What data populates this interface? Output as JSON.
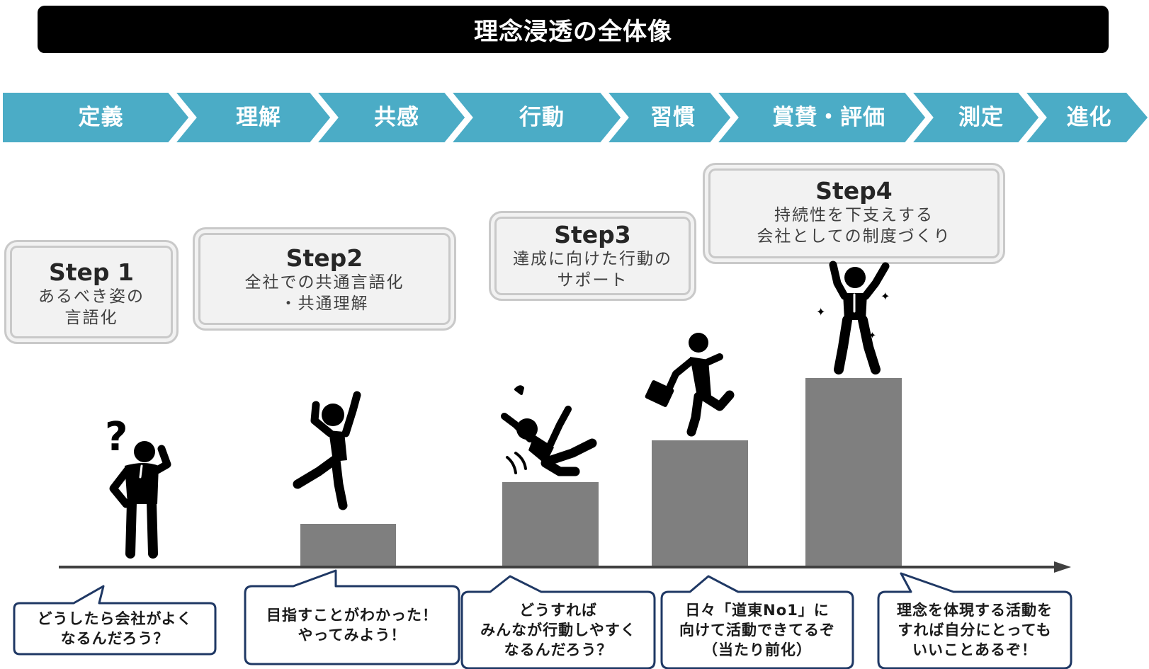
{
  "title": "理念浸透の全体像",
  "flow_steps": [
    "定義",
    "理解",
    "共感",
    "行動",
    "習慣",
    "賞賛・評価",
    "測定",
    "進化"
  ],
  "steps": [
    {
      "title": "Step 1",
      "desc_lines": [
        "あるべき姿の",
        "言語化"
      ]
    },
    {
      "title": "Step2",
      "desc_lines": [
        "全社での共通言語化",
        "・共通理解"
      ]
    },
    {
      "title": "Step3",
      "desc_lines": [
        "達成に向けた行動の",
        "サポート"
      ]
    },
    {
      "title": "Step4",
      "desc_lines": [
        "持続性を下支えする",
        "会社としての制度づくり"
      ]
    }
  ],
  "bubbles": [
    {
      "lines": [
        "どうしたら会社がよく",
        "なるんだろう？"
      ]
    },
    {
      "lines": [
        "目指すことがわかった！",
        "やってみよう！"
      ]
    },
    {
      "lines": [
        "どうすれば",
        "みんなが行動しやすく",
        "なるんだろう？"
      ]
    },
    {
      "lines": [
        "日々「道東No1」に",
        "向けて活動できてるぞ",
        "（当たり前化）"
      ]
    },
    {
      "lines": [
        "理念を体現する活動を",
        "すれば自分にとっても",
        "いいことあるぞ！"
      ]
    }
  ],
  "colors": {
    "title_bg": "#000000",
    "flow_bg": "#4bacc6",
    "bar": "#7f7f7f",
    "bubble_border": "#1f3864",
    "axis": "#404040"
  },
  "icons": [
    "confused-businessman-icon",
    "jumping-man-icon",
    "falling-businessman-icon",
    "running-businessman-icon",
    "cheering-businessman-icon"
  ]
}
